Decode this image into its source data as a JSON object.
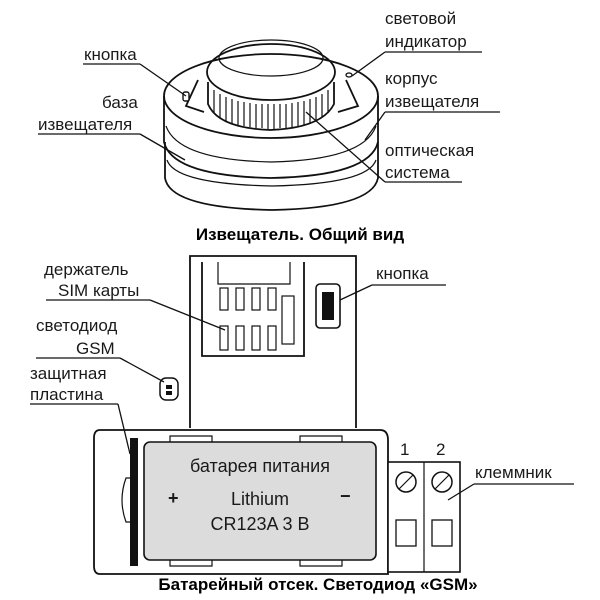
{
  "detector": {
    "caption": "Извещатель. Общий вид",
    "labels": {
      "button": "кнопка",
      "base_l1": "база",
      "base_l2": "извещателя",
      "light_indicator_l1": "световой",
      "light_indicator_l2": "индикатор",
      "housing_l1": "корпус",
      "housing_l2": "извещателя",
      "optical_l1": "оптическая",
      "optical_l2": "система"
    }
  },
  "battery_compartment": {
    "caption": "Батарейный отсек. Светодиод «GSM»",
    "labels": {
      "sim_holder_l1": "держатель",
      "sim_holder_l2": "SIM карты",
      "button": "кнопка",
      "led_gsm_l1": "светодиод",
      "led_gsm_l2": "GSM",
      "protective_plate_l1": "защитная",
      "protective_plate_l2": "пластина",
      "terminal_block": "клеммник",
      "terminal_1": "1",
      "terminal_2": "2"
    },
    "battery": {
      "title": "батарея питания",
      "plus": "+",
      "minus": "−",
      "chemistry": "Lithium",
      "model": "CR123A 3 В"
    }
  }
}
